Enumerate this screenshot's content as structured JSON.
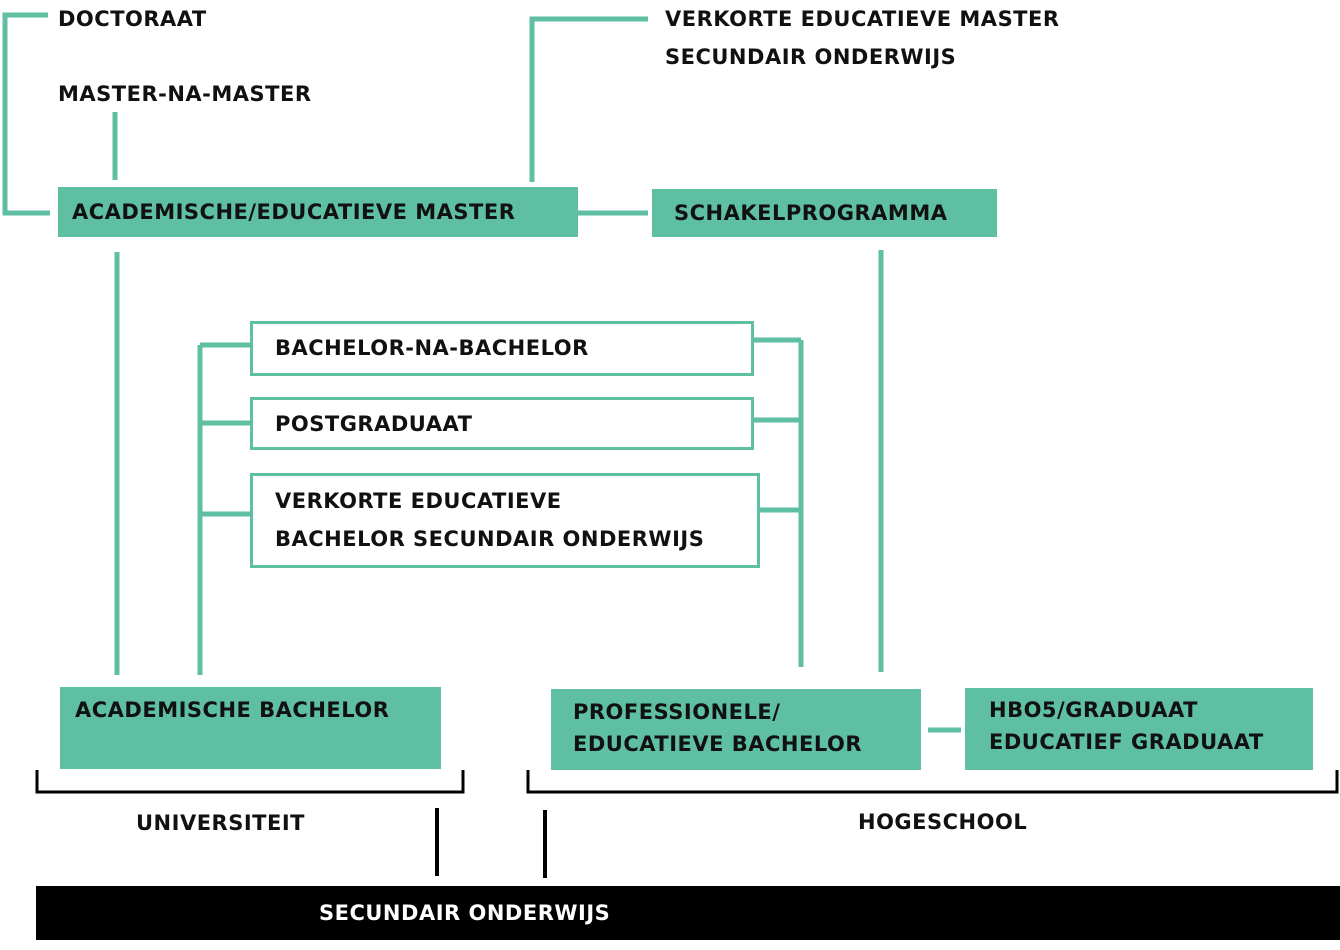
{
  "colors": {
    "accent": "#5fbfa2",
    "text": "#111111",
    "bar": "#000000"
  },
  "labels": {
    "doctoraat": "DOCTORAAT",
    "master_na_master": "MASTER-NA-MASTER",
    "verkorte_master": [
      "VERKORTE EDUCATIEVE MASTER",
      "SECUNDAIR ONDERWIJS"
    ],
    "academische_master": "ACADEMISCHE/EDUCATIEVE MASTER",
    "schakelprogramma": "SCHAKELPROGRAMMA",
    "bachelor_na_bachelor": "BACHELOR-NA-BACHELOR",
    "postgraduaat": "POSTGRADUAAT",
    "verkorte_bachelor": [
      "VERKORTE EDUCATIEVE",
      "BACHELOR SECUNDAIR ONDERWIJS"
    ],
    "academische_bachelor": "ACADEMISCHE BACHELOR",
    "professionele_bachelor": [
      "PROFESSIONELE/",
      "EDUCATIEVE BACHELOR"
    ],
    "hbo5": [
      "HBO5/GRADUAAT",
      "EDUCATIEF GRADUAAT"
    ],
    "universiteit": "UNIVERSITEIT",
    "hogeschool": "HOGESCHOOL",
    "secundair": "SECUNDAIR ONDERWIJS"
  }
}
